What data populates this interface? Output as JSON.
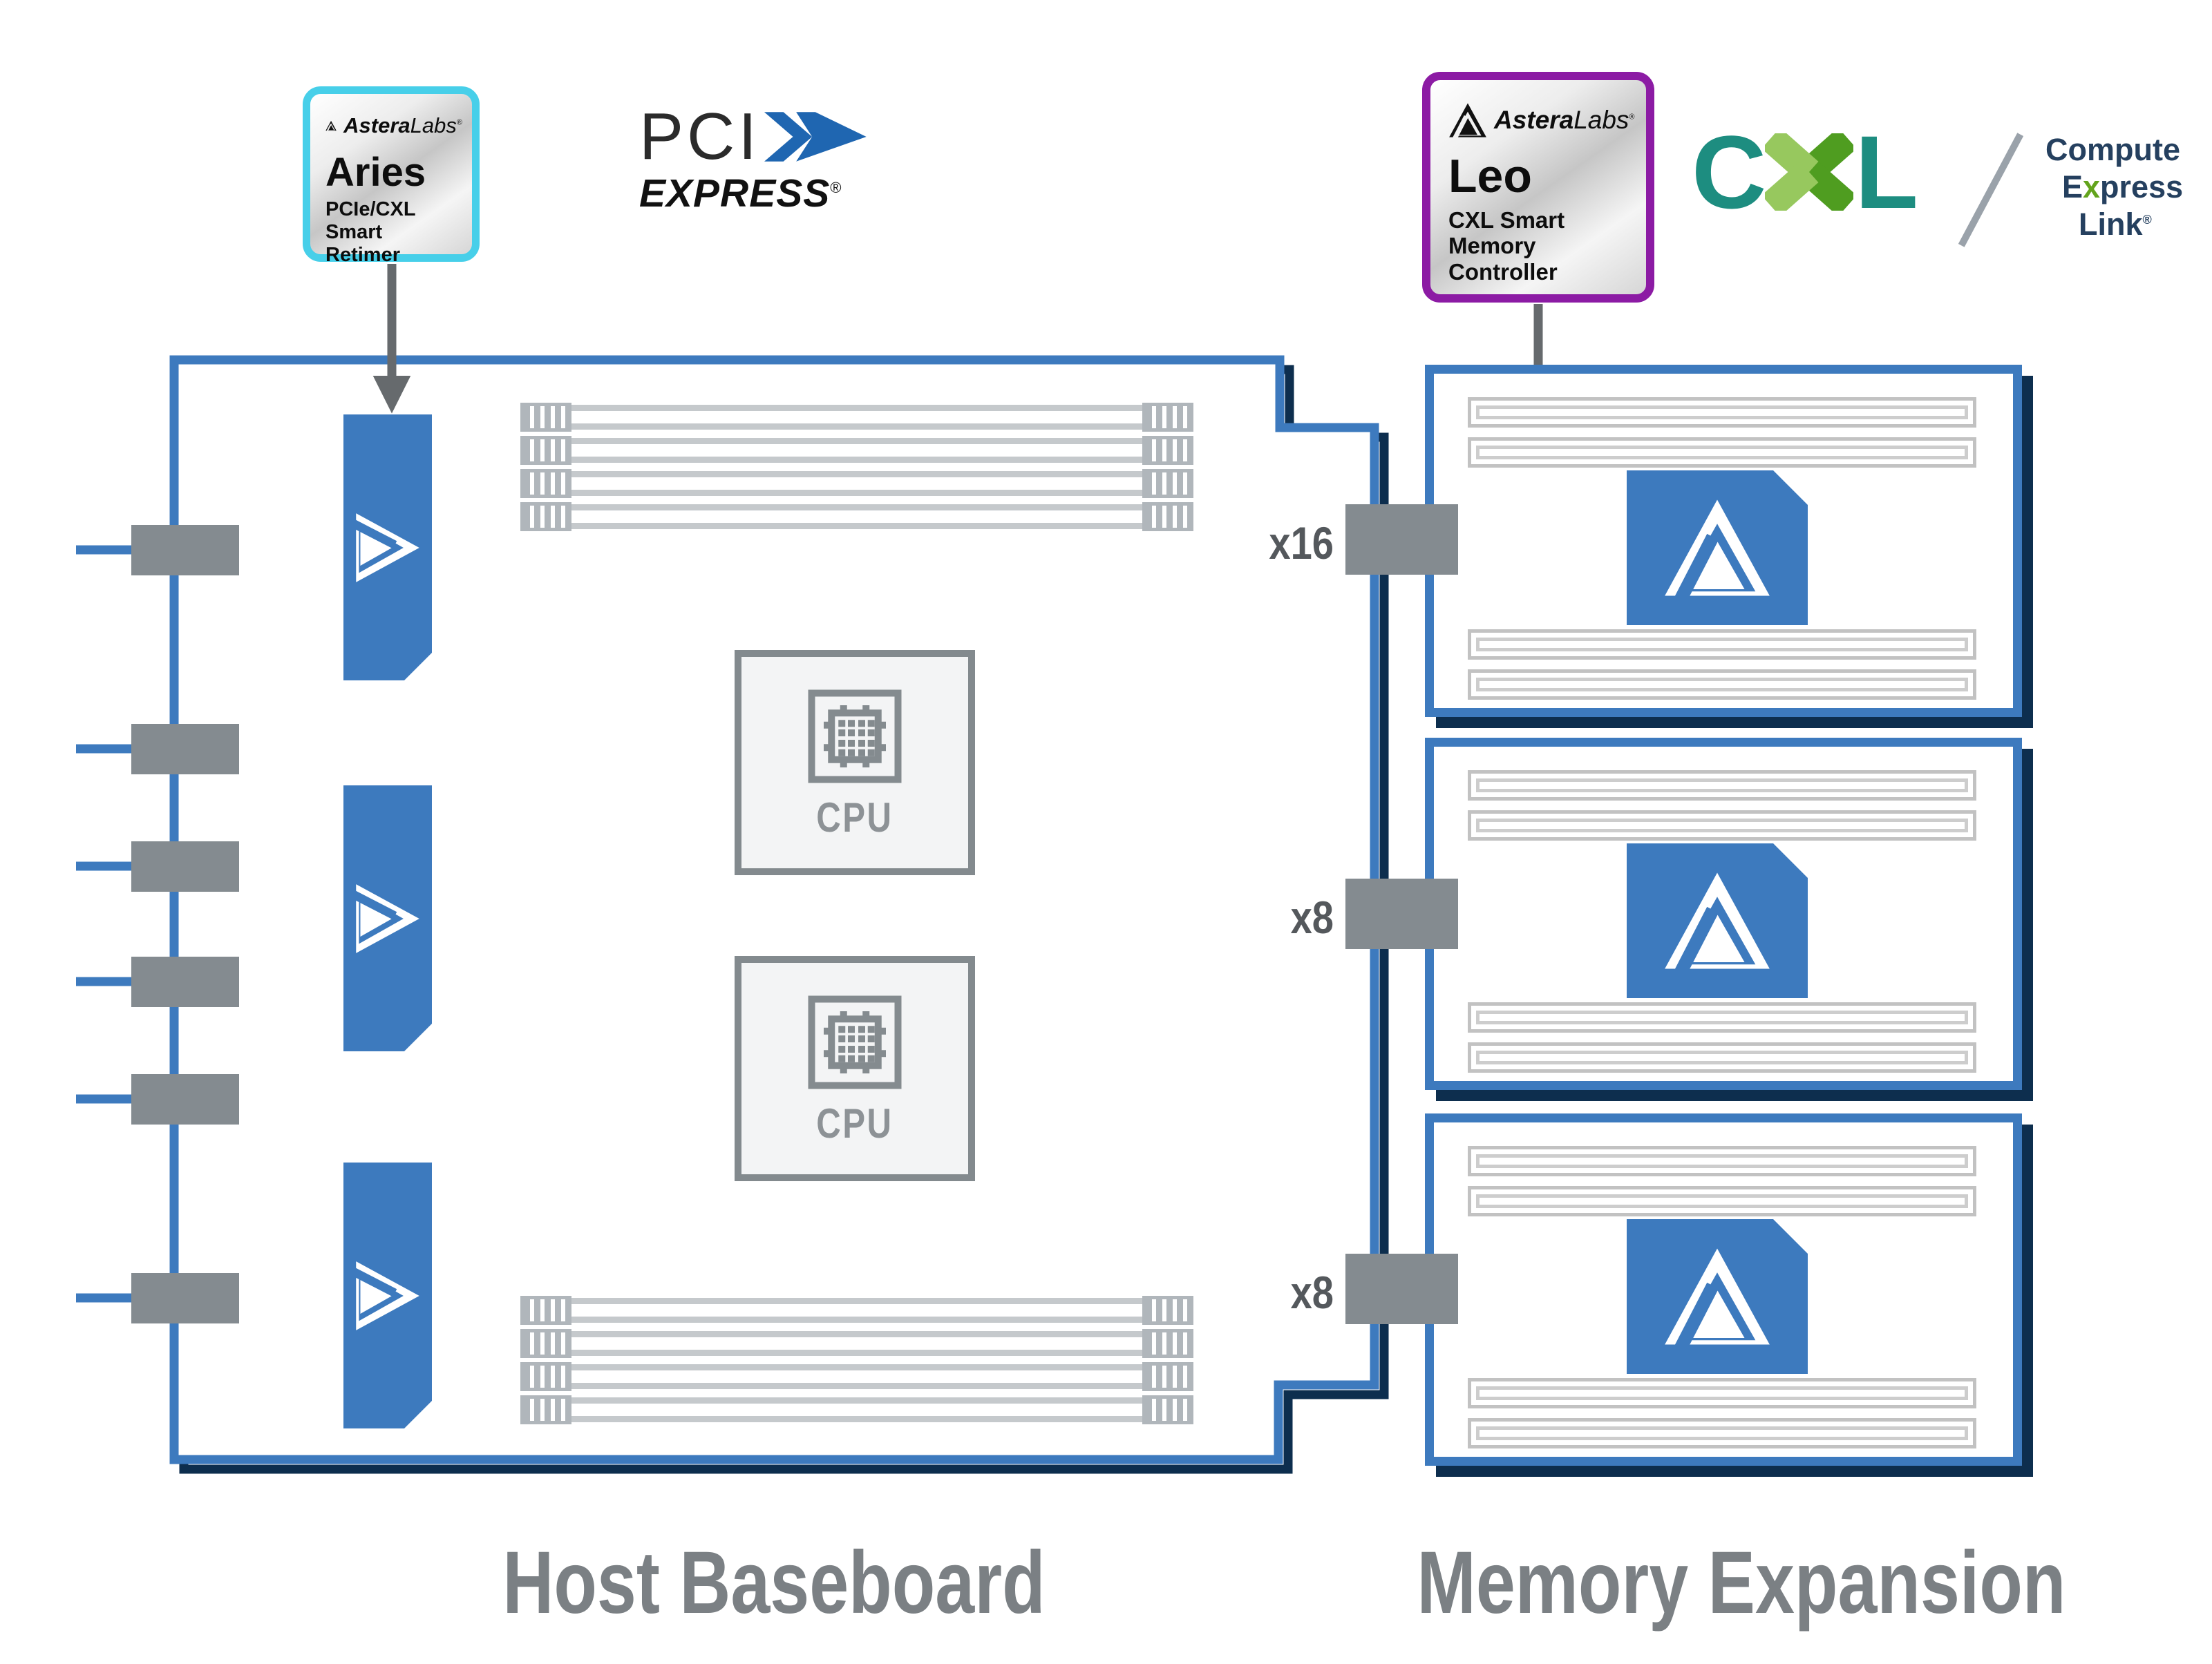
{
  "badges": {
    "aries": {
      "brand_bold": "Astera",
      "brand_rest": "Labs",
      "reg": "®",
      "product": "Aries",
      "desc1": "PCIe/CXL Smart",
      "desc2": "Retimer",
      "border_color": "#47cfe9"
    },
    "leo": {
      "brand_bold": "Astera",
      "brand_rest": "Labs",
      "reg": "®",
      "product": "Leo",
      "desc1": "CXL Smart",
      "desc2": "Memory Controller",
      "border_color": "#8c1ba4"
    }
  },
  "logos": {
    "pcie": {
      "top": "PCI",
      "bottom": "EXPRESS",
      "reg": "®"
    },
    "cxl": {
      "c": "C",
      "l": "L",
      "line1": "Compute",
      "line2_pre": "E",
      "line2_x": "x",
      "line2_post": "press",
      "line3": "Link",
      "reg": "®",
      "teal": "#1d8d80",
      "green_light": "#97c85e",
      "green_dark": "#4f9d20",
      "navy_text": "#25405f"
    }
  },
  "host": {
    "label": "Host Baseboard",
    "cpu1_label": "CPU",
    "cpu2_label": "CPU"
  },
  "memory": {
    "label": "Memory Expansion"
  },
  "links": {
    "top": "x16",
    "mid": "x8",
    "bottom": "x8"
  },
  "colors": {
    "board_blue": "#3d7abe",
    "shadow_navy": "#0d2e4e",
    "connector_gray": "#848b90",
    "arrow_gray": "#666a6d",
    "caption_gray": "#7b8084"
  }
}
